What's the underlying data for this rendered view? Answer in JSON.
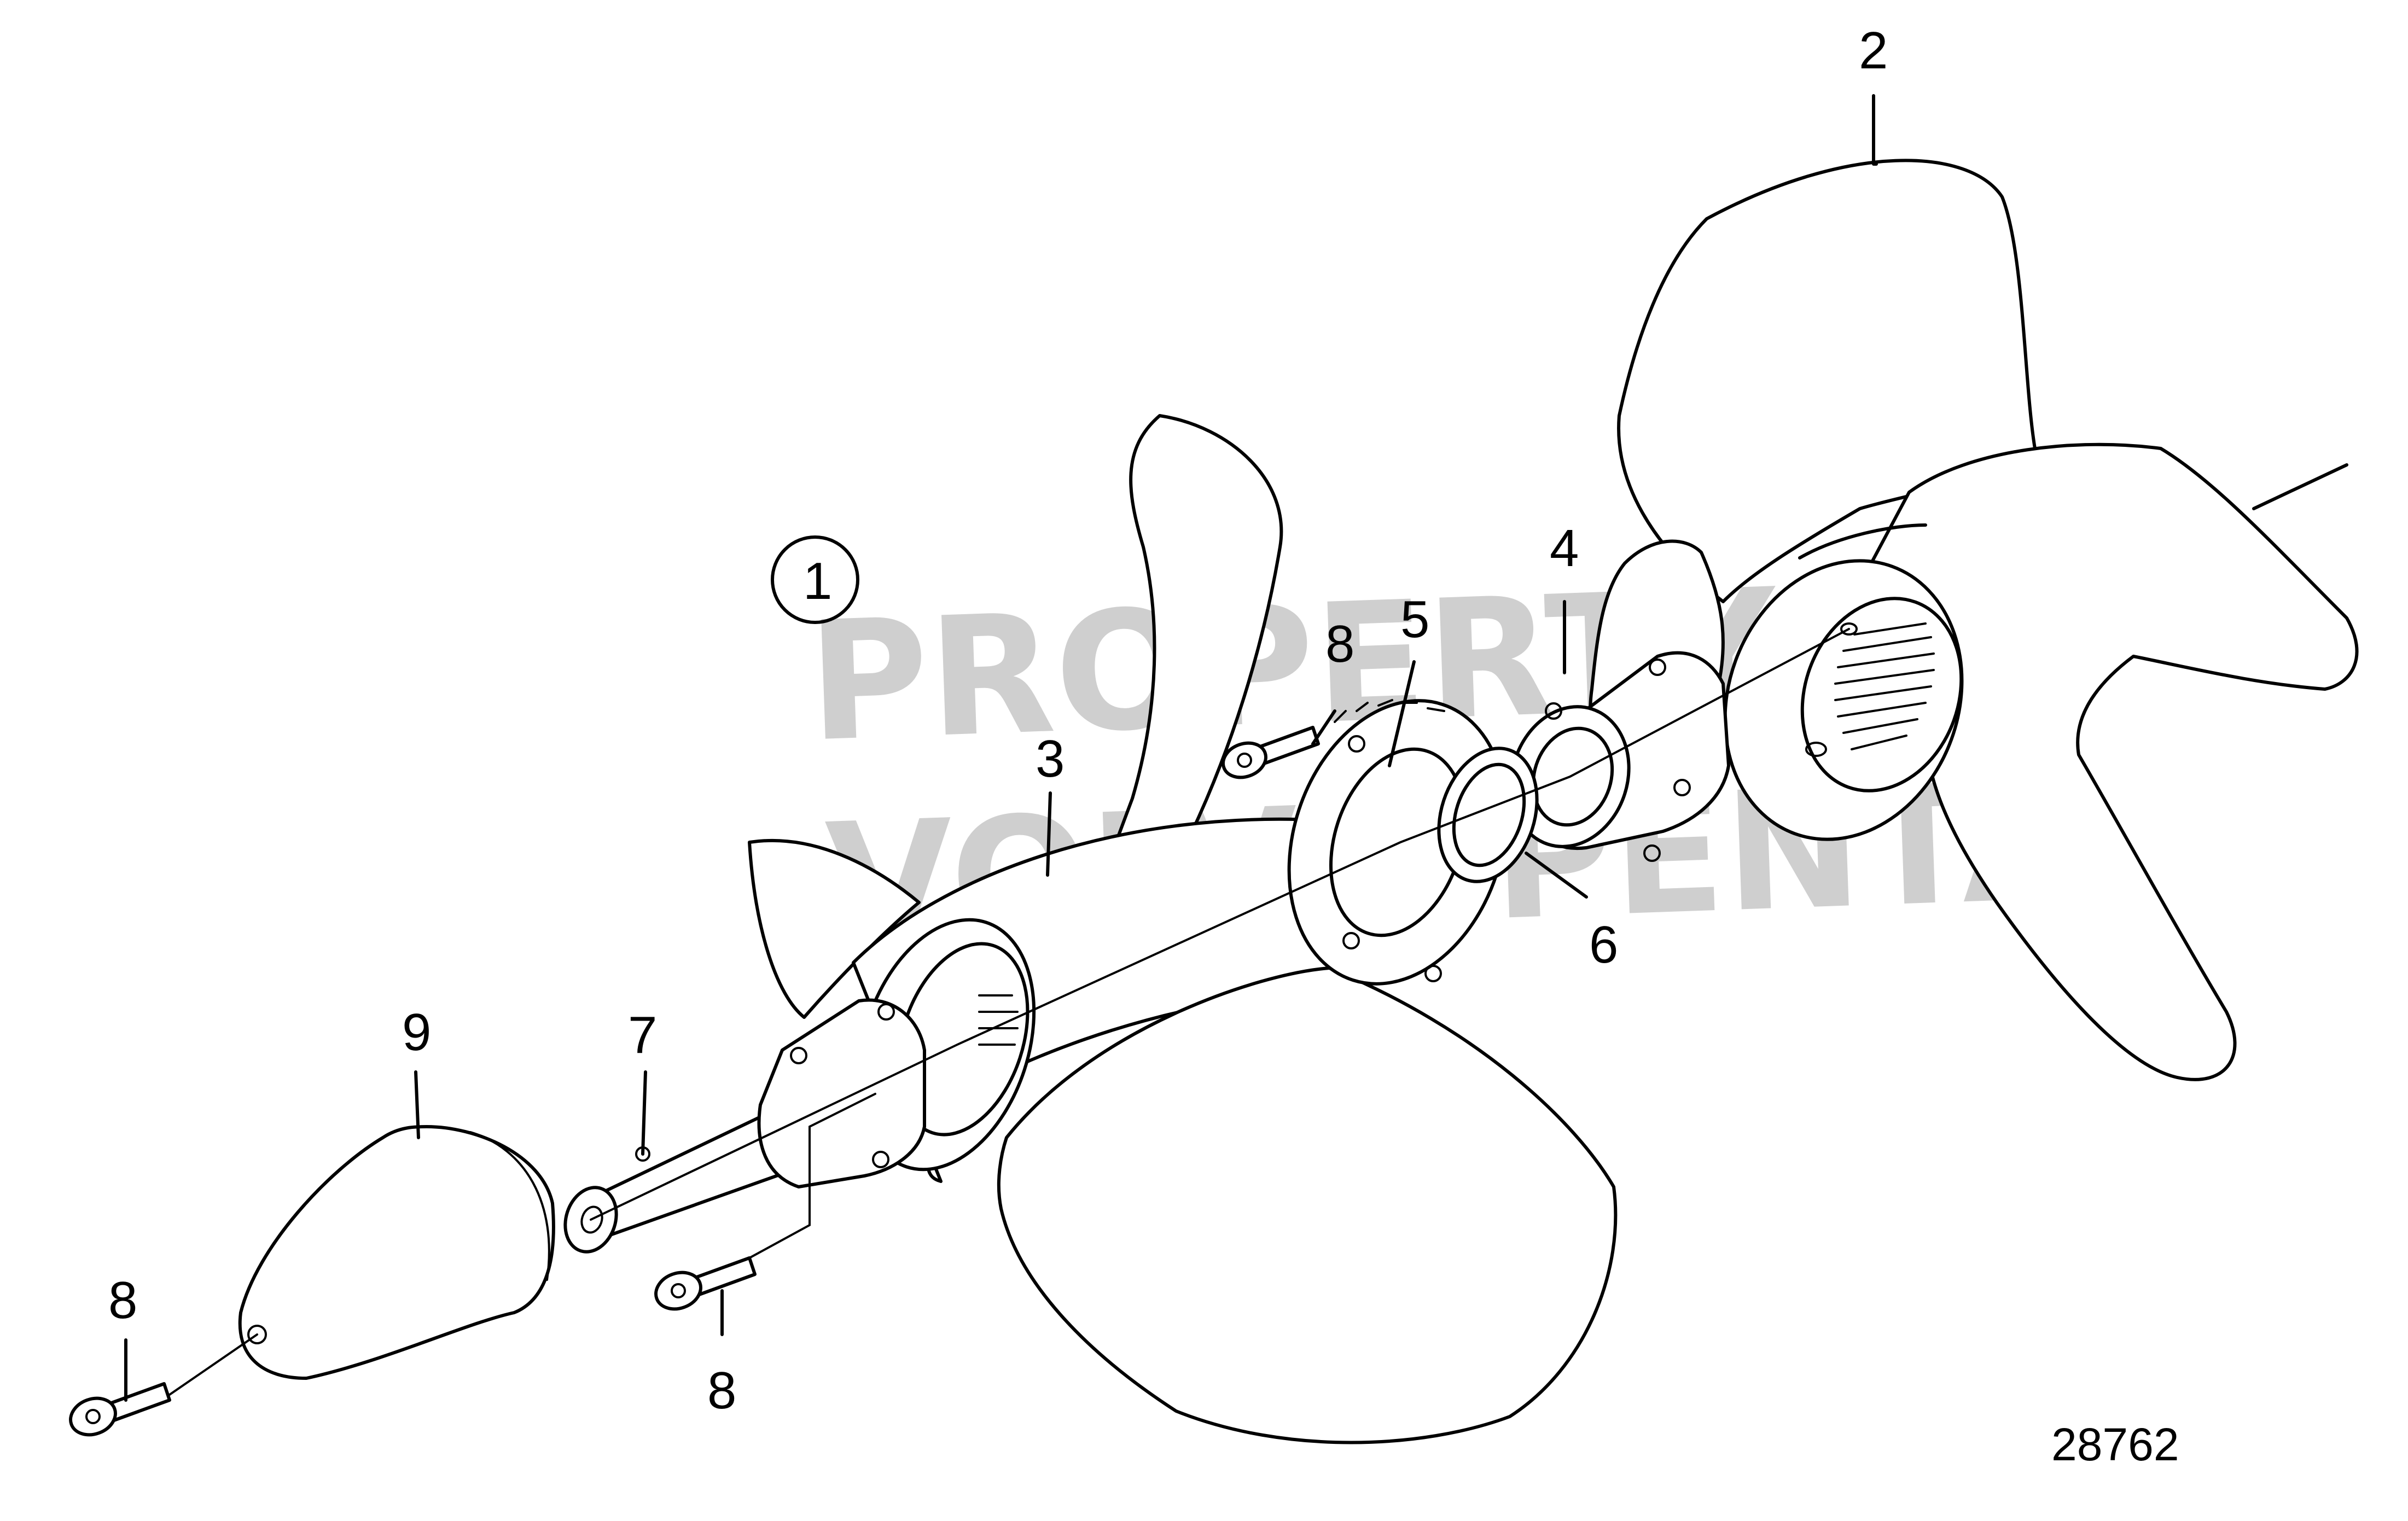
{
  "watermark": {
    "line1": "PROPERTY OF",
    "line2": "VOLVO PENTA"
  },
  "reference_number": "28762",
  "callouts": {
    "c1": "1",
    "c2": "2",
    "c3": "3",
    "c4": "4",
    "c5": "5",
    "c6": "6",
    "c7": "7",
    "c8a": "8",
    "c8b": "8",
    "c8c": "8",
    "c9": "9"
  }
}
